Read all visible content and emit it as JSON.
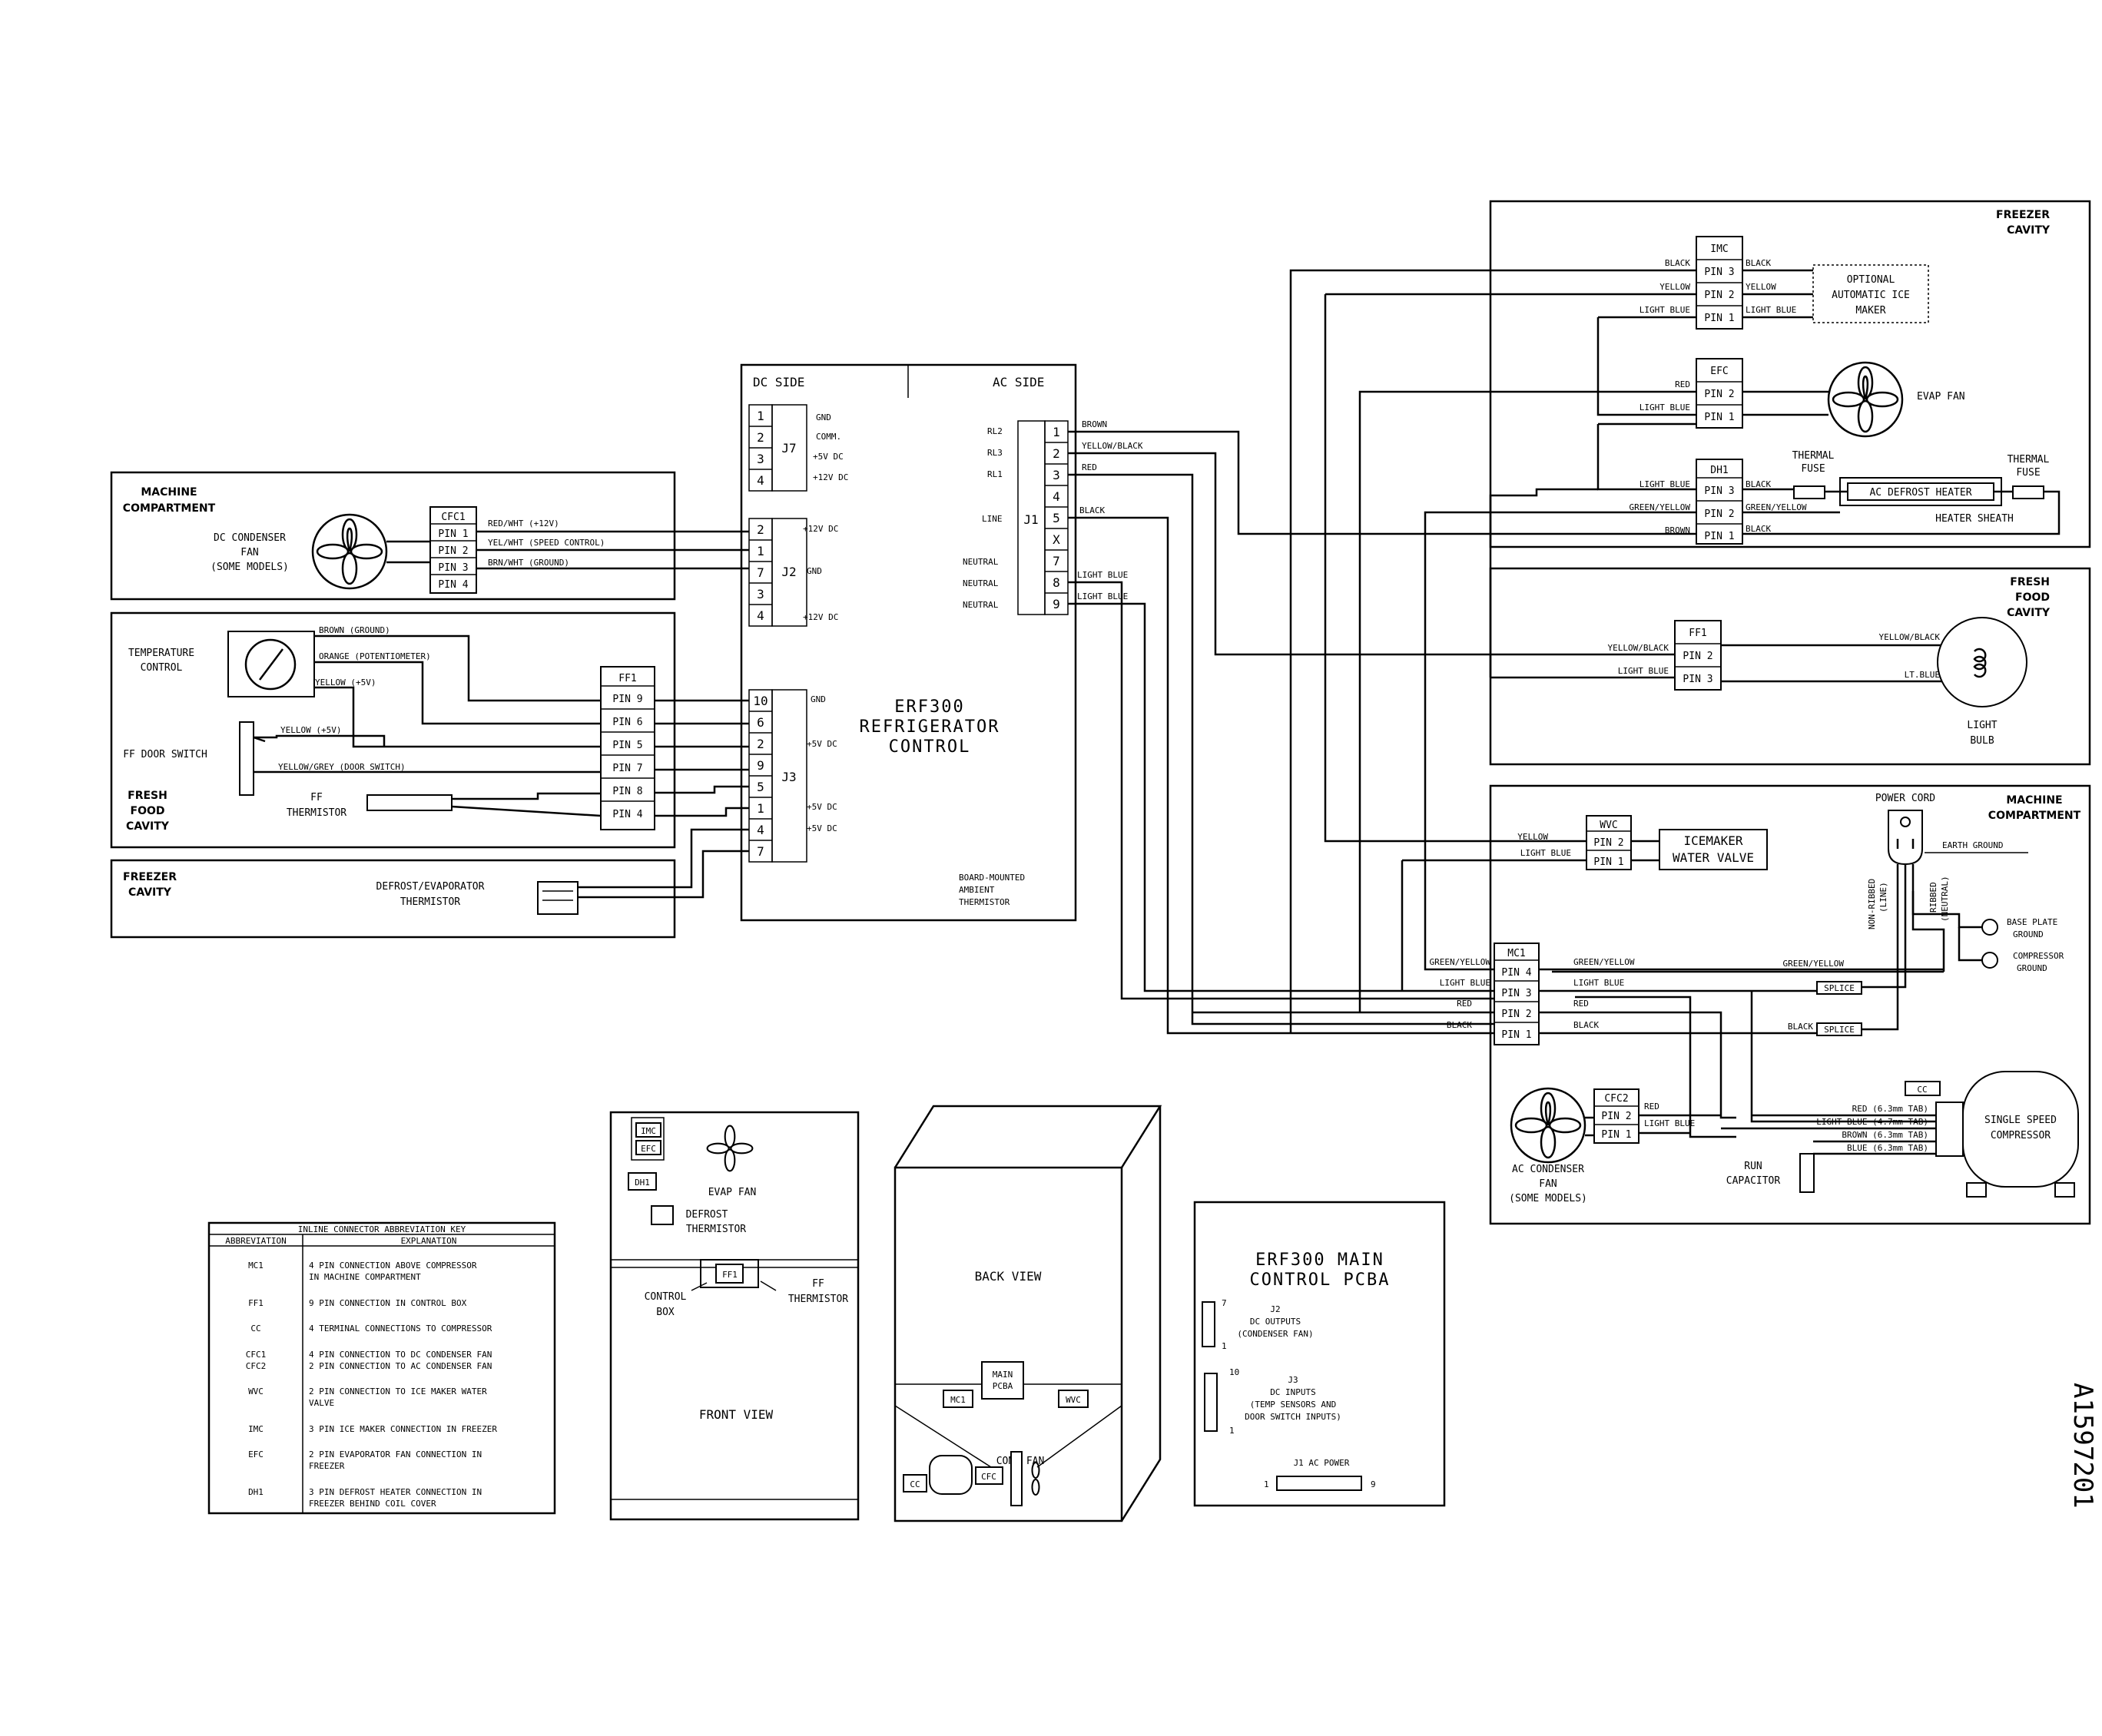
{
  "diagram_id": "A1597201",
  "control": {
    "dc_side": "DC SIDE",
    "ac_side": "AC SIDE",
    "title_1": "ERF300",
    "title_2": "REFRIGERATOR",
    "title_3": "CONTROL",
    "board_therm_1": "BOARD-MOUNTED",
    "board_therm_2": "AMBIENT",
    "board_therm_3": "THERMISTOR",
    "j7": {
      "name": "J7",
      "pins": [
        "1",
        "2",
        "3",
        "4"
      ],
      "labels": [
        "GND",
        "COMM.",
        "+5V DC",
        "+12V DC"
      ]
    },
    "j2": {
      "name": "J2",
      "pins": [
        "2",
        "1",
        "7",
        "3",
        "4"
      ],
      "labels": [
        "+12V DC",
        "GND",
        "+12V DC"
      ]
    },
    "j3": {
      "name": "J3",
      "pins": [
        "10",
        "6",
        "2",
        "9",
        "5",
        "1",
        "4",
        "7"
      ],
      "labels": [
        "GND",
        "+5V DC",
        "+5V DC",
        "+5V DC"
      ]
    },
    "j1": {
      "name": "J1",
      "pins": [
        "1",
        "2",
        "3",
        "4",
        "5",
        "X",
        "7",
        "8",
        "9"
      ],
      "labels": [
        "RL2",
        "RL3",
        "RL1",
        "LINE",
        "NEUTRAL",
        "NEUTRAL",
        "NEUTRAL"
      ],
      "wires": [
        "BROWN",
        "YELLOW/BLACK",
        "RED",
        "BLACK",
        "LIGHT BLUE",
        "LIGHT BLUE"
      ]
    }
  },
  "left": {
    "machine_comp": "MACHINE COMPARTMENT",
    "machine_comp_1": "MACHINE",
    "machine_comp_2": "COMPARTMENT",
    "dc_fan_1": "DC CONDENSER",
    "dc_fan_2": "FAN",
    "dc_fan_3": "(SOME MODELS)",
    "cfc1": {
      "name": "CFC1",
      "pins": [
        "PIN 1",
        "PIN 2",
        "PIN 3",
        "PIN 4"
      ],
      "wires": [
        "RED/WHT (+12V)",
        "YEL/WHT (SPEED CONTROL)",
        "BRN/WHT (GROUND)"
      ]
    },
    "temp_control_1": "TEMPERATURE",
    "temp_control_2": "CONTROL",
    "ff_door_switch": "FF DOOR SWITCH",
    "fresh_food_1": "FRESH",
    "fresh_food_2": "FOOD",
    "fresh_food_3": "CAVITY",
    "ff_thermistor_1": "FF",
    "ff_thermistor_2": "THERMISTOR",
    "ff1": {
      "name": "FF1",
      "pins": [
        "PIN 9",
        "PIN 6",
        "PIN 5",
        "PIN 7",
        "PIN 8",
        "PIN 4"
      ],
      "wires": [
        "BROWN (GROUND)",
        "ORANGE (POTENTIOMETER)",
        "YELLOW (+5V)",
        "YELLOW (+5V)",
        "YELLOW/GREY (DOOR SWITCH)"
      ]
    },
    "freezer_1": "FREEZER",
    "freezer_2": "CAVITY",
    "defrost_therm_1": "DEFROST/EVAPORATOR",
    "defrost_therm_2": "THERMISTOR"
  },
  "freezer": {
    "title_1": "FREEZER",
    "title_2": "CAVITY",
    "imc": {
      "name": "IMC",
      "pins": [
        "PIN 3",
        "PIN 2",
        "PIN 1"
      ],
      "left_wires": [
        "BLACK",
        "YELLOW",
        "LIGHT BLUE"
      ],
      "right_wires": [
        "BLACK",
        "YELLOW",
        "LIGHT BLUE"
      ]
    },
    "ice_maker_1": "OPTIONAL",
    "ice_maker_2": "AUTOMATIC ICE",
    "ice_maker_3": "MAKER",
    "efc": {
      "name": "EFC",
      "pins": [
        "PIN 2",
        "PIN 1"
      ],
      "left_wires": [
        "RED",
        "LIGHT BLUE"
      ]
    },
    "evap_fan": "EVAP FAN",
    "dh1": {
      "name": "DH1",
      "pins": [
        "PIN 3",
        "PIN 2",
        "PIN 1"
      ],
      "left_wires": [
        "LIGHT BLUE",
        "GREEN/YELLOW",
        "BROWN"
      ],
      "right_wires": [
        "BLACK",
        "GREEN/YELLOW",
        "BLACK"
      ]
    },
    "thermal_fuse_1": "THERMAL",
    "thermal_fuse_2": "FUSE",
    "ac_defrost_heater": "AC DEFROST HEATER",
    "heater_sheath": "HEATER SHEATH"
  },
  "fresh": {
    "title_1": "FRESH",
    "title_2": "FOOD",
    "title_3": "CAVITY",
    "ff1": {
      "name": "FF1",
      "pins": [
        "PIN 2",
        "PIN 3"
      ],
      "left_wires": [
        "YELLOW/BLACK",
        "LIGHT BLUE"
      ],
      "right_wires": [
        "YELLOW/BLACK",
        "LT.BLUE"
      ]
    },
    "light_1": "LIGHT",
    "light_2": "BULB"
  },
  "machine": {
    "title_1": "MACHINE",
    "title_2": "COMPARTMENT",
    "power_cord": "POWER CORD",
    "earth_ground": "EARTH GROUND",
    "non_ribbed_1": "NON-RIBBED",
    "non_ribbed_2": "(LINE)",
    "ribbed_1": "RIBBED",
    "ribbed_2": "(NEUTRAL)",
    "base_plate_1": "BASE PLATE",
    "base_plate_2": "GROUND",
    "comp_ground_1": "COMPRESSOR",
    "comp_ground_2": "GROUND",
    "wvc": {
      "name": "WVC",
      "pins": [
        "PIN 2",
        "PIN 1"
      ],
      "left_wires": [
        "YELLOW",
        "LIGHT BLUE"
      ]
    },
    "icemaker_valve_1": "ICEMAKER",
    "icemaker_valve_2": "WATER VALVE",
    "mc1": {
      "name": "MC1",
      "pins": [
        "PIN 4",
        "PIN 3",
        "PIN 2",
        "PIN 1"
      ],
      "left_wires": [
        "GREEN/YELLOW",
        "LIGHT BLUE",
        "RED",
        "BLACK"
      ],
      "right_wires": [
        "GREEN/YELLOW",
        "LIGHT BLUE",
        "RED",
        "BLACK"
      ]
    },
    "green_yellow": "GREEN/YELLOW",
    "black": "BLACK",
    "splice": "SPLICE",
    "cfc2": {
      "name": "CFC2",
      "pins": [
        "PIN 2",
        "PIN 1"
      ],
      "right_wires": [
        "RED",
        "LIGHT BLUE"
      ]
    },
    "ac_fan_1": "AC CONDENSER",
    "ac_fan_2": "FAN",
    "ac_fan_3": "(SOME MODELS)",
    "cc": "CC",
    "cc_wires": [
      "RED (6.3mm TAB)",
      "LIGHT BLUE (4.7mm TAB)",
      "BROWN (6.3mm TAB)",
      "BLUE (6.3mm TAB)"
    ],
    "compressor_1": "SINGLE SPEED",
    "compressor_2": "COMPRESSOR",
    "run_cap_1": "RUN",
    "run_cap_2": "CAPACITOR"
  },
  "key": {
    "title": "INLINE CONNECTOR ABBREVIATION KEY",
    "col1": "ABBREVIATION",
    "col2": "EXPLANATION",
    "rows": [
      {
        "abbr": "MC1",
        "line1": "4 PIN CONNECTION ABOVE COMPRESSOR",
        "line2": "IN MACHINE COMPARTMENT"
      },
      {
        "abbr": "FF1",
        "line1": "9 PIN CONNECTION IN CONTROL BOX",
        "line2": ""
      },
      {
        "abbr": "CC",
        "line1": "4 TERMINAL CONNECTIONS TO COMPRESSOR",
        "line2": ""
      },
      {
        "abbr": "CFC1",
        "abbr2": "CFC2",
        "line1": "4 PIN CONNECTION TO DC CONDENSER FAN",
        "line2": "2 PIN CONNECTION TO AC CONDENSER FAN"
      },
      {
        "abbr": "WVC",
        "line1": "2 PIN CONNECTION TO ICE MAKER WATER",
        "line2": "VALVE"
      },
      {
        "abbr": "IMC",
        "line1": "3 PIN ICE MAKER CONNECTION IN FREEZER",
        "line2": ""
      },
      {
        "abbr": "EFC",
        "line1": "2 PIN EVAPORATOR FAN CONNECTION IN",
        "line2": "FREEZER"
      },
      {
        "abbr": "DH1",
        "line1": "3 PIN DEFROST HEATER CONNECTION IN",
        "line2": "FREEZER BEHIND COIL COVER"
      }
    ]
  },
  "front": {
    "imc": "IMC",
    "efc": "EFC",
    "dh1": "DH1",
    "evap_fan": "EVAP FAN",
    "defrost_1": "DEFROST",
    "defrost_2": "THERMISTOR",
    "ff1": "FF1",
    "control_box_1": "CONTROL",
    "control_box_2": "BOX",
    "ff_therm_1": "FF",
    "ff_therm_2": "THERMISTOR",
    "front_view": "FRONT VIEW"
  },
  "back": {
    "back_view": "BACK VIEW",
    "main_pcba_1": "MAIN",
    "main_pcba_2": "PCBA",
    "mc1": "MC1",
    "wvc": "WVC",
    "cond_fan": "COND FAN",
    "cc": "CC",
    "cfc": "CFC"
  },
  "pcba": {
    "title_1": "ERF300 MAIN",
    "title_2": "CONTROL PCBA",
    "j2_1": "J2",
    "j2_2": "DC OUTPUTS",
    "j2_3": "(CONDENSER FAN)",
    "j3_1": "J3",
    "j3_2": "DC INPUTS",
    "j3_3": "(TEMP SENSORS AND",
    "j3_4": "DOOR SWITCH INPUTS)",
    "j1": "J1 AC POWER",
    "n7": "7",
    "n1a": "1",
    "n10": "10",
    "n1b": "1",
    "n1c": "1",
    "n9": "9"
  }
}
